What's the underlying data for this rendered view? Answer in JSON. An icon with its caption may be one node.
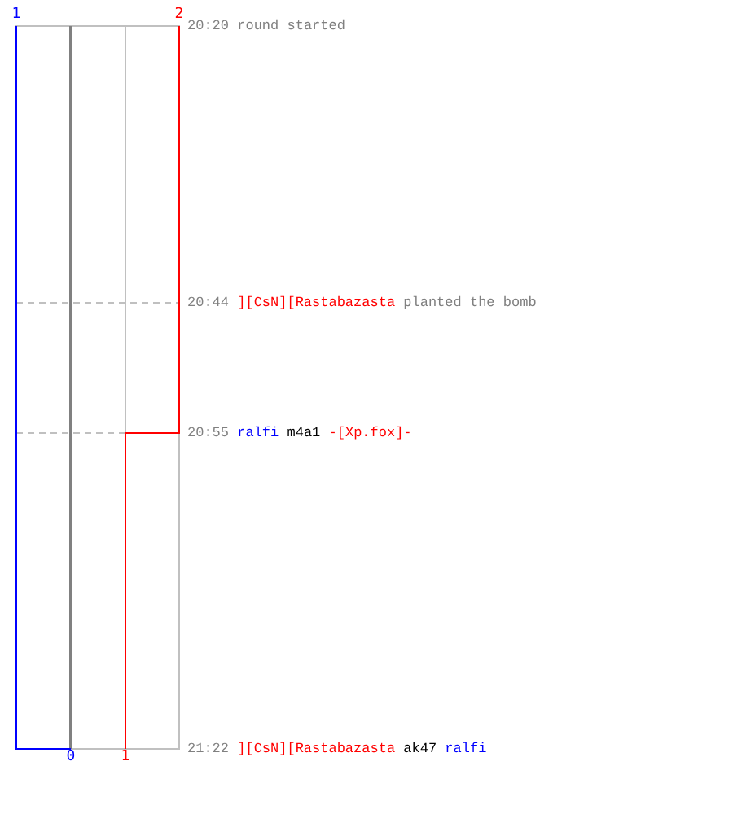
{
  "diagram": {
    "labels": [
      "1",
      "2",
      "20:20 round started",
      "20:44 ][CsN][Rastabazasta planted the bomb",
      "20:55 ralfi m4a1 -[Xp.fox]-",
      "21:22 ][CsN][Rastabazasta ak47 ralfi",
      "0",
      "1"
    ]
  }
}
